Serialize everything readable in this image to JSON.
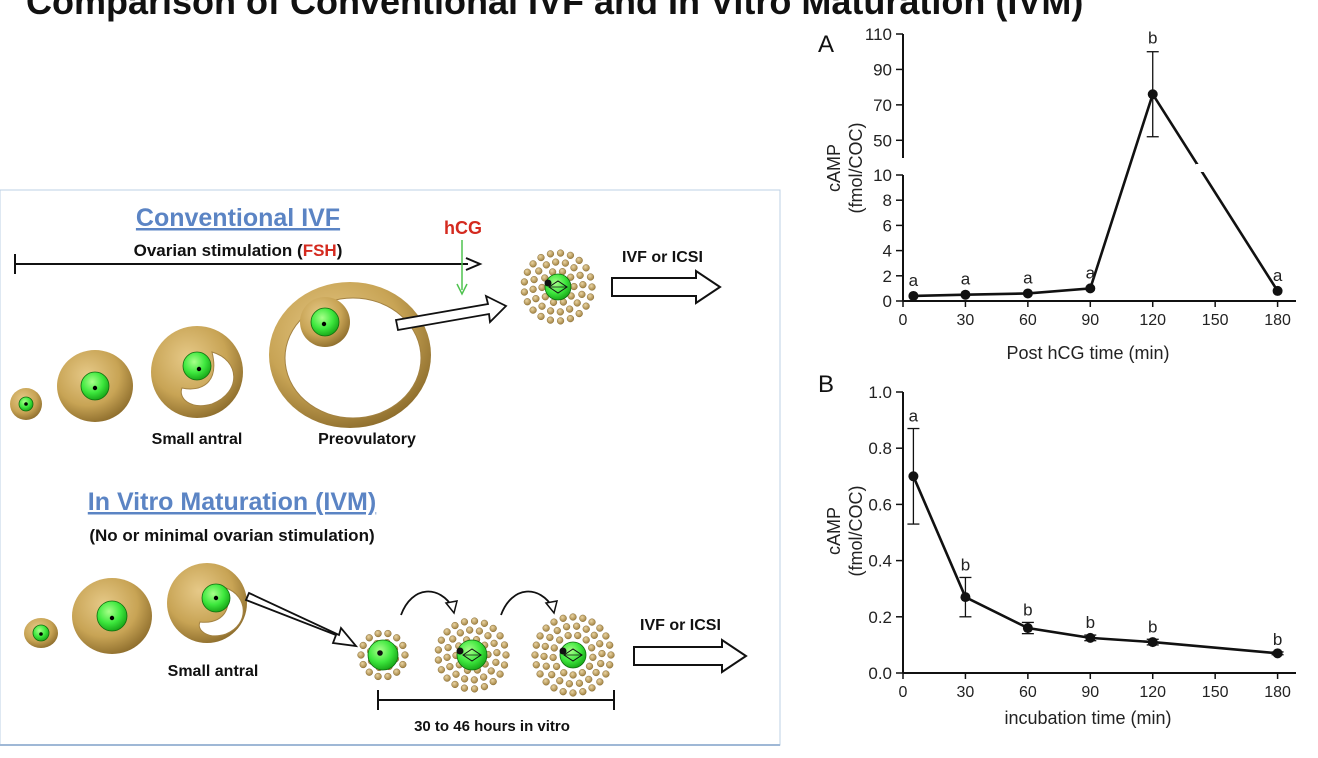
{
  "page_title": "Comparison of Conventional IVF and In Vitro Maturation (IVM)",
  "left_panel": {
    "conventional": {
      "title": "Conventional IVF",
      "stimulation_prefix": "Ovarian stimulation (",
      "stimulation_hormone": "FSH",
      "stimulation_suffix": ")",
      "hcg_label": "hCG",
      "stage_label_small_antral": "Small antral",
      "stage_label_preovulatory": "Preovulatory",
      "outcome": "IVF or ICSI"
    },
    "ivm": {
      "title": "In Vitro Maturation (IVM)",
      "subtitle": "(No or minimal ovarian stimulation)",
      "stage_label_small_antral": "Small antral",
      "duration_label": "30 to 46 hours in vitro",
      "outcome": "IVF or ICSI"
    },
    "colors": {
      "follicle": "#c8a455",
      "oocyte": "#3ee83e",
      "hormone_red": "#d42a1f",
      "hcg_arrow": "#4fc34f",
      "title_blue": "#5b84c4"
    }
  },
  "chart_data": [
    {
      "panel_label": "A",
      "type": "line",
      "xlabel": "Post hCG time (min)",
      "ylabel_line1": "cAMP",
      "ylabel_line2": "(fmol/COC)",
      "x": [
        5,
        30,
        60,
        90,
        120,
        180
      ],
      "values": [
        0.4,
        0.5,
        0.6,
        1.0,
        76,
        0.8
      ],
      "error": [
        0.1,
        0.1,
        0.1,
        0.2,
        24,
        0.1
      ],
      "letters": [
        "a",
        "a",
        "a",
        "a",
        "b",
        "a"
      ],
      "xlim": [
        0,
        185
      ],
      "x_ticks": [
        "0",
        "30",
        "60",
        "90",
        "120",
        "150",
        "180"
      ],
      "broken_axis": true,
      "y_lower_range": [
        0,
        10
      ],
      "y_lower_ticks": [
        "0",
        "2",
        "4",
        "6",
        "8",
        "10"
      ],
      "y_upper_range": [
        40,
        110
      ],
      "y_upper_ticks": [
        "50",
        "70",
        "90",
        "110"
      ],
      "grid": false
    },
    {
      "panel_label": "B",
      "type": "line",
      "xlabel": "incubation time (min)",
      "ylabel_line1": "cAMP",
      "ylabel_line2": "(fmol/COC)",
      "x": [
        5,
        30,
        60,
        90,
        120,
        180
      ],
      "values": [
        0.7,
        0.27,
        0.16,
        0.125,
        0.11,
        0.07
      ],
      "error": [
        0.17,
        0.07,
        0.02,
        0.01,
        0.01,
        0.005
      ],
      "letters": [
        "a",
        "b",
        "b",
        "b",
        "b",
        "b"
      ],
      "xlim": [
        0,
        185
      ],
      "ylim": [
        0,
        1.0
      ],
      "x_ticks": [
        "0",
        "30",
        "60",
        "90",
        "120",
        "150",
        "180"
      ],
      "y_ticks": [
        "0.0",
        "0.2",
        "0.4",
        "0.6",
        "0.8",
        "1.0"
      ],
      "grid": false
    }
  ]
}
